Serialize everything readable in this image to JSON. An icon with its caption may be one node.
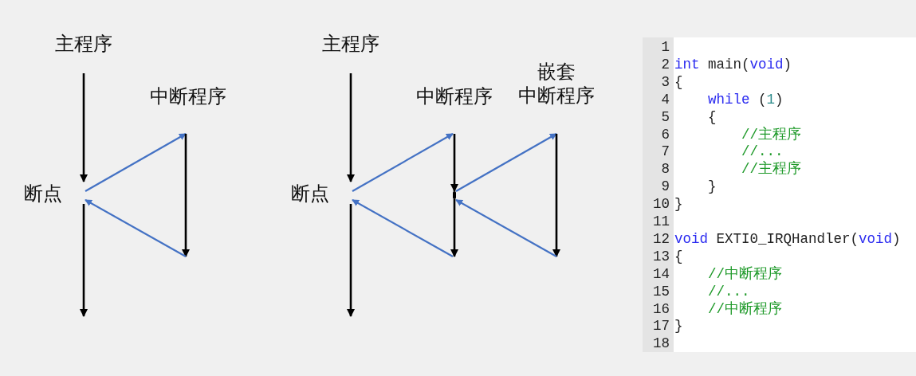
{
  "diagram": {
    "nodes": [
      {
        "text": [
          "主程序"
        ]
      },
      {
        "text": [
          "中断程序"
        ]
      },
      {
        "text": [
          "断点"
        ]
      },
      {
        "text": [
          "主程序"
        ]
      },
      {
        "text": [
          "中断程序"
        ]
      },
      {
        "text": [
          "嵌套",
          "中断程序"
        ]
      },
      {
        "text": [
          "断点"
        ]
      },
      {
        "text": [],
        "shape": "point"
      }
    ],
    "edges": [
      {
        "from": 0,
        "to": 2,
        "arrow": "to"
      },
      {
        "from": 2,
        "to": null,
        "arrow": "to"
      },
      {
        "from": 2,
        "to": 1,
        "arrow": "to",
        "color": "#4472c4"
      },
      {
        "from": 1,
        "to": null,
        "arrow": "to"
      },
      {
        "from": null,
        "to": 2,
        "arrow": "to",
        "color": "#4472c4"
      },
      {
        "from": 3,
        "to": 6,
        "arrow": "to"
      },
      {
        "from": 6,
        "to": null,
        "arrow": "to"
      },
      {
        "from": 6,
        "to": 4,
        "arrow": "to",
        "color": "#4472c4"
      },
      {
        "from": 4,
        "to": 7,
        "arrow": "to"
      },
      {
        "from": 7,
        "to": 5,
        "arrow": "to",
        "color": "#4472c4"
      },
      {
        "from": 5,
        "to": null,
        "arrow": "to"
      },
      {
        "from": null,
        "to": 7,
        "arrow": "to",
        "color": "#4472c4"
      },
      {
        "from": 7,
        "to": null,
        "arrow": "to"
      },
      {
        "from": null,
        "to": 6,
        "arrow": "to",
        "color": "#4472c4"
      }
    ],
    "labels": [
      "1",
      "2",
      "int main(void)",
      "3",
      "{",
      "4",
      "while (1)",
      "5",
      "{",
      "6",
      "//主程序",
      "7",
      "//...",
      "8",
      "//主程序",
      "9",
      "}",
      "10",
      "}",
      "11",
      "12",
      "void EXTI0_IRQHandler(void)",
      "13",
      "{",
      "14",
      "//中断程序",
      "15",
      "//...",
      "16",
      "//中断程序",
      "17",
      "}",
      "18"
    ]
  }
}
